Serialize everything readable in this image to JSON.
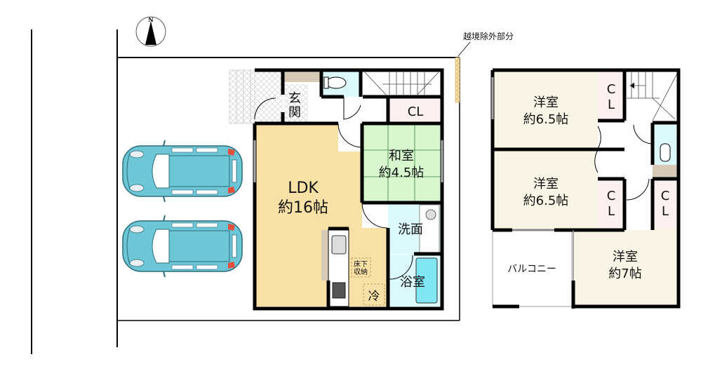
{
  "plan": {
    "annotation": "越境除外部分",
    "compass": {
      "label": "N"
    },
    "floor1": {
      "rooms": {
        "genkan": {
          "line1": "玄",
          "line2": "関"
        },
        "closet": {
          "label": "CL"
        },
        "washitsu": {
          "line1": "和室",
          "line2": "約4.5帖"
        },
        "ldk": {
          "line1": "LDK",
          "line2": "約16帖"
        },
        "senmen": {
          "label": "洗面"
        },
        "bath": {
          "label": "浴室"
        },
        "underfloor": {
          "line1": "床下",
          "line2": "収納"
        },
        "fridge": {
          "label": "冷"
        }
      },
      "parking_cars": 2
    },
    "floor2": {
      "rooms": {
        "yoshitsu1": {
          "line1": "洋室",
          "line2": "約6.5帖"
        },
        "yoshitsu2": {
          "line1": "洋室",
          "line2": "約6.5帖"
        },
        "yoshitsu3": {
          "line1": "洋室",
          "line2": "約7帖"
        },
        "balcony": {
          "label": "バルコニー"
        },
        "cl1": {
          "line1": "C",
          "line2": "L"
        },
        "cl2": {
          "line1": "C",
          "line2": "L"
        },
        "cl3": {
          "line1": "C",
          "line2": "L"
        }
      }
    },
    "colors": {
      "ldk": "#f8e1a6",
      "washitsu": "#d8f7cf",
      "closet": "#fdf0f0",
      "wet": "#dcfafc",
      "tub": "#7fe6f2",
      "yoshitsu": "#f9f5e6",
      "car": "#6cc6d6",
      "wall": "#000000"
    }
  }
}
